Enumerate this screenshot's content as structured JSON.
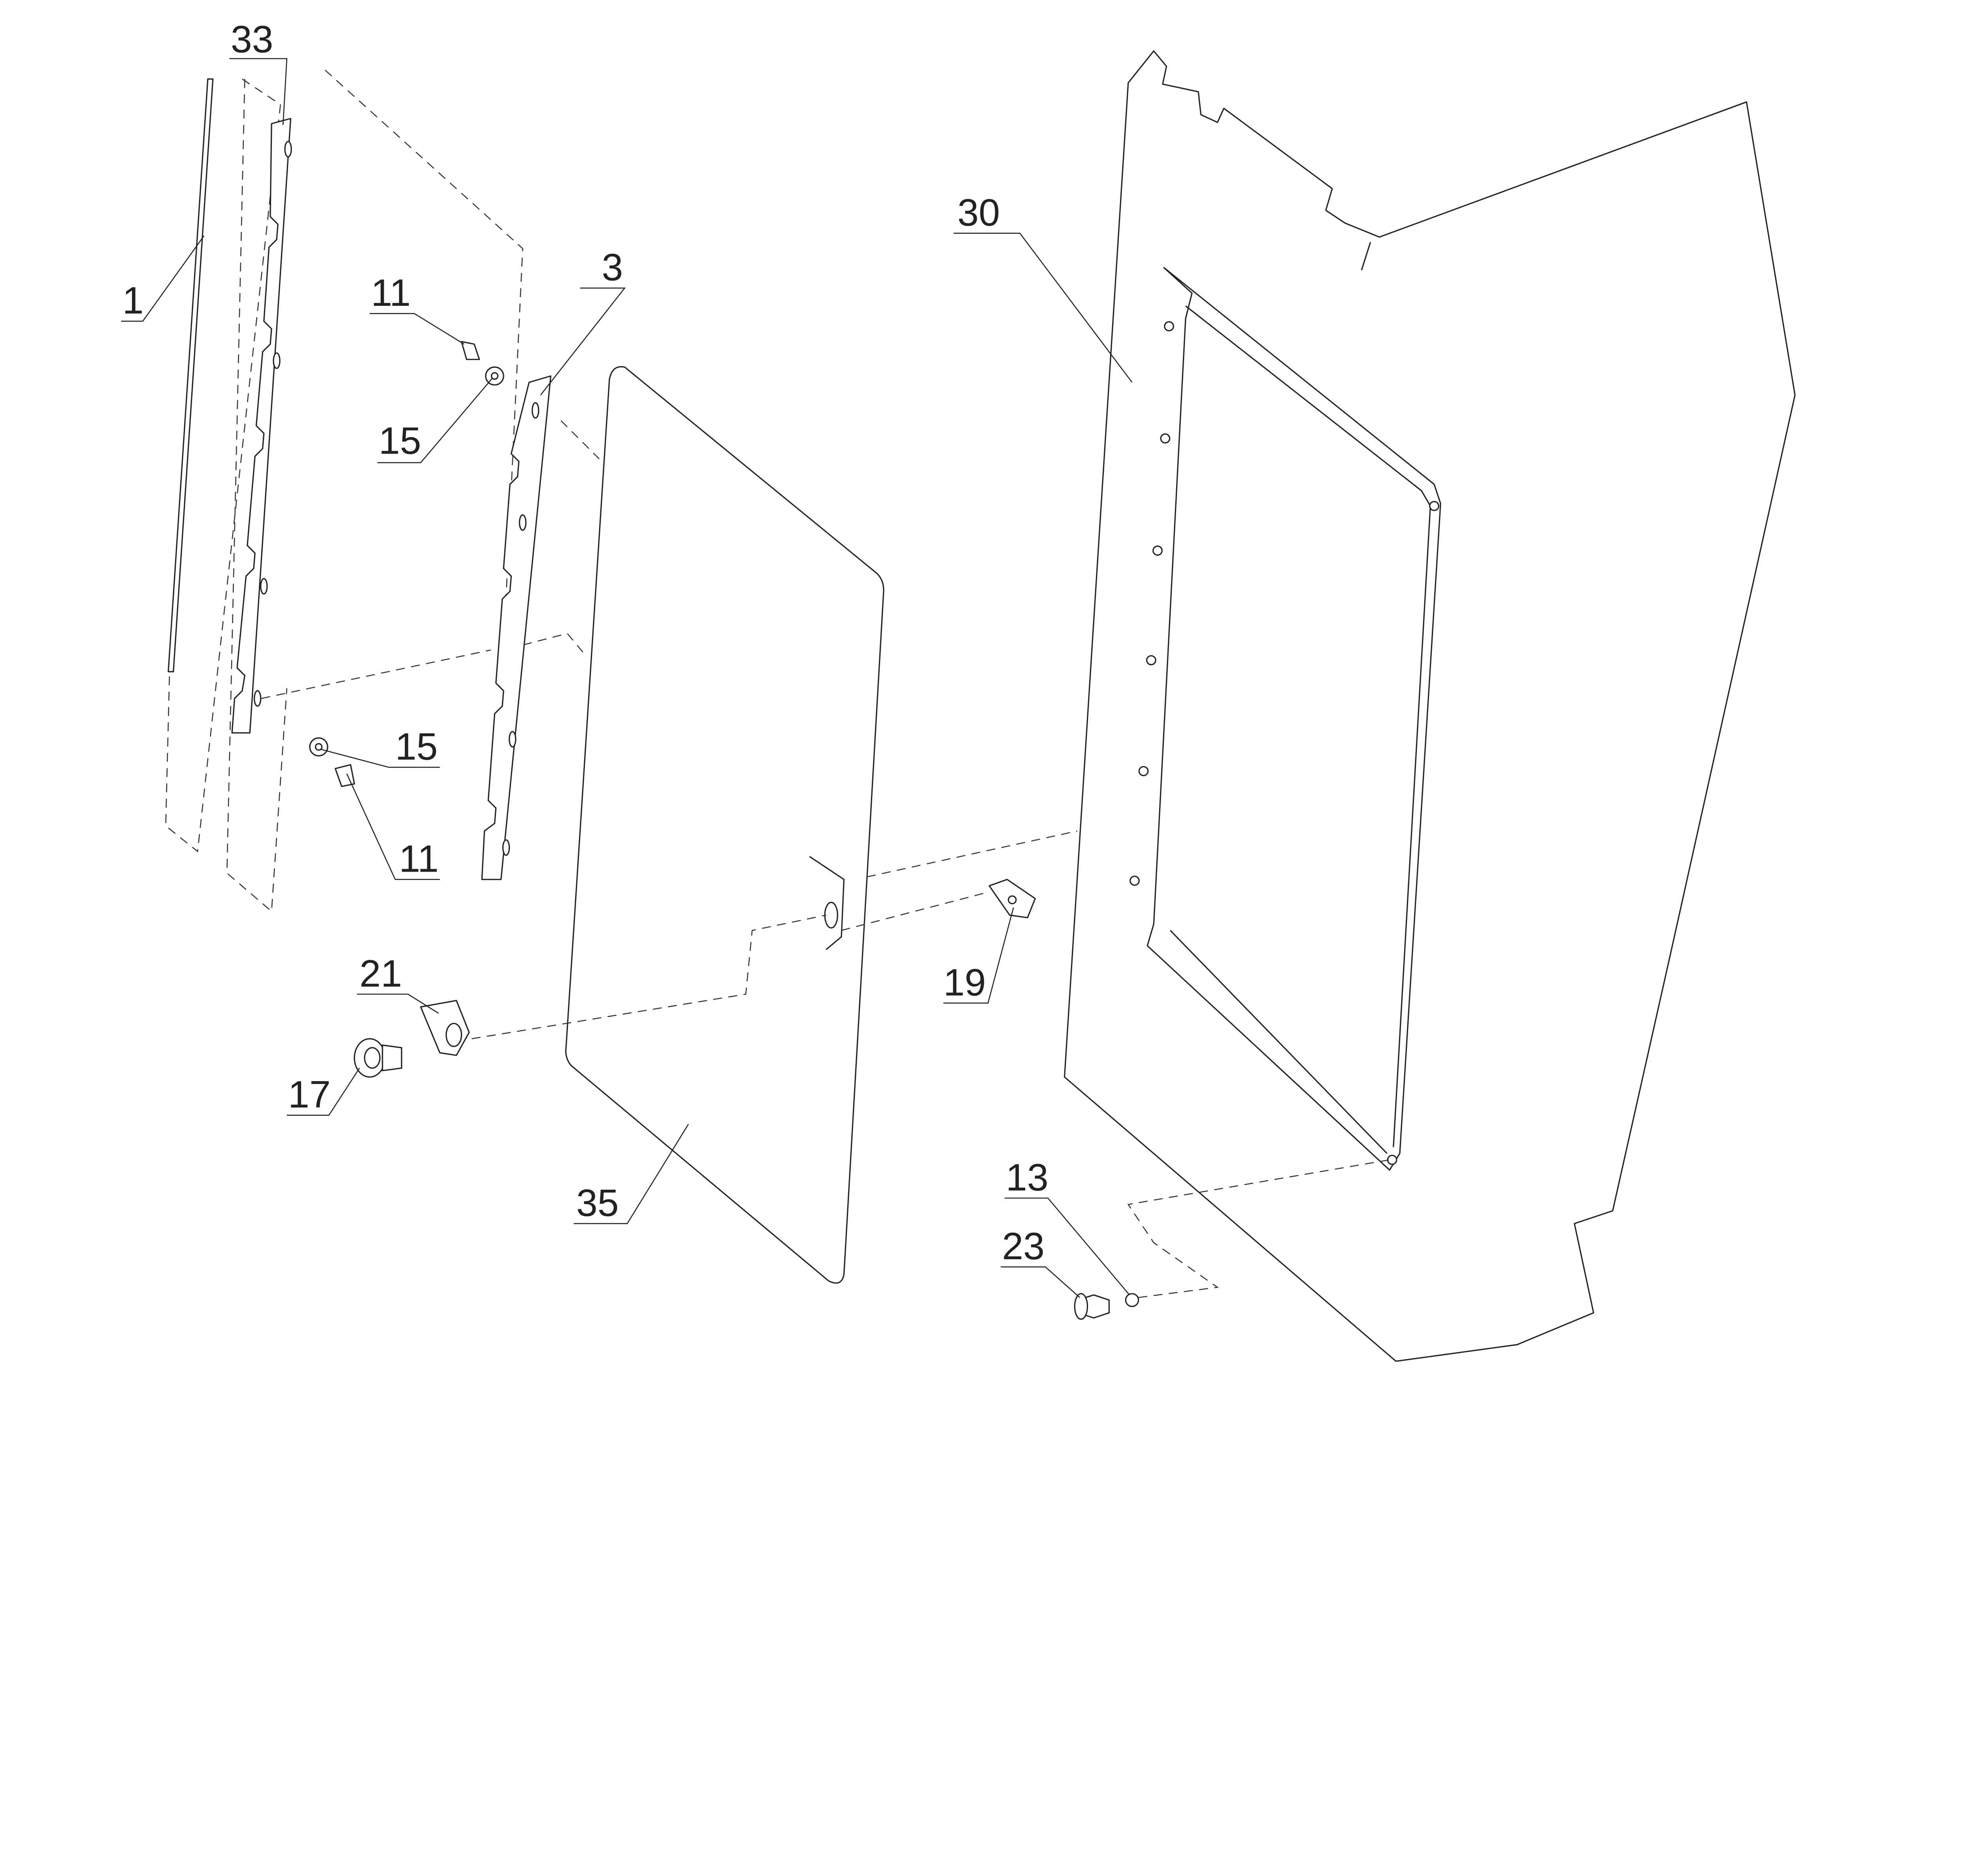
{
  "callouts": {
    "rod": "1",
    "bracket_short": "3",
    "screw_top": "11",
    "washer_top": "15",
    "washer_bottom": "15",
    "screw_bottom": "11",
    "nut": "13",
    "lock": "17",
    "plate": "19",
    "bushing": "21",
    "knob": "23",
    "frame": "30",
    "hinge": "33",
    "door": "35"
  }
}
